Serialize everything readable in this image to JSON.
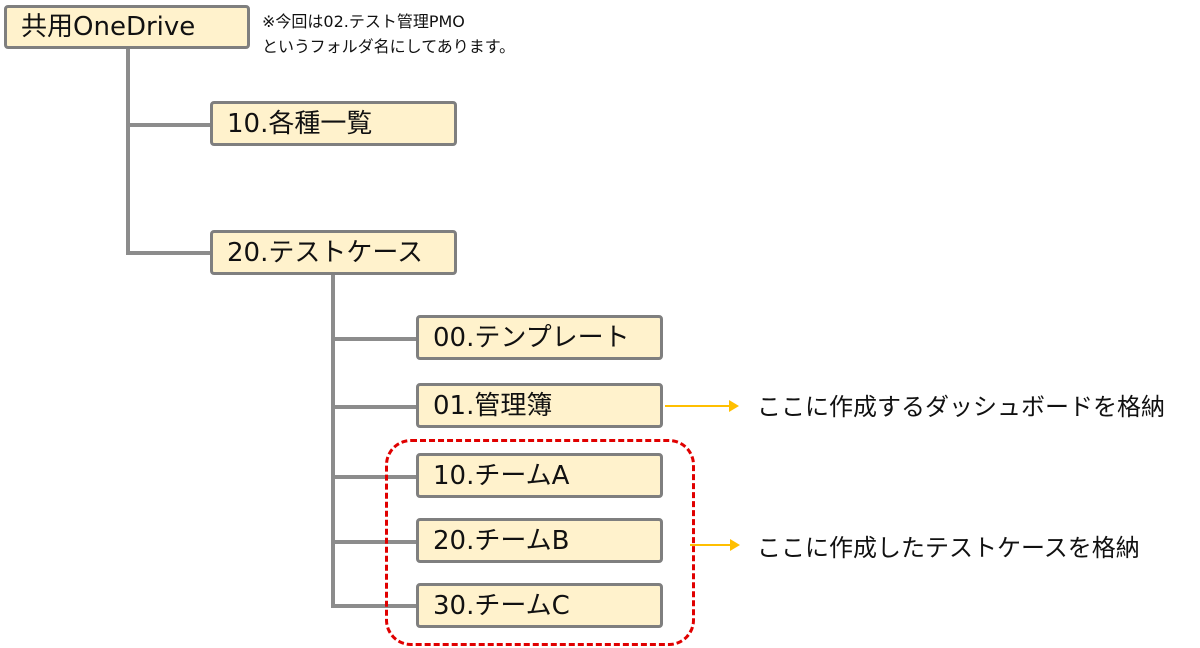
{
  "diagram": {
    "root_label": "共用OneDrive",
    "note": {
      "line1": "※今回は02.テスト管理PMO",
      "line2": "というフォルダ名にしてあります。"
    },
    "nodes": {
      "n10": "10.各種一覧",
      "n20": "20.テストケース",
      "n00": "00.テンプレート",
      "n01": "01.管理簿",
      "teamA": "10.チームA",
      "teamB": "20.チームB",
      "teamC": "30.チームC"
    },
    "callouts": {
      "dashboard": "ここに作成するダッシュボードを格納",
      "testcase": "ここに作成したテストケースを格納"
    },
    "colors": {
      "node_fill": "#fff2cc",
      "node_border": "#7f7f7f",
      "connector": "#8c8c8c",
      "arrow": "#ffbf00",
      "group_border": "#e00000"
    }
  }
}
